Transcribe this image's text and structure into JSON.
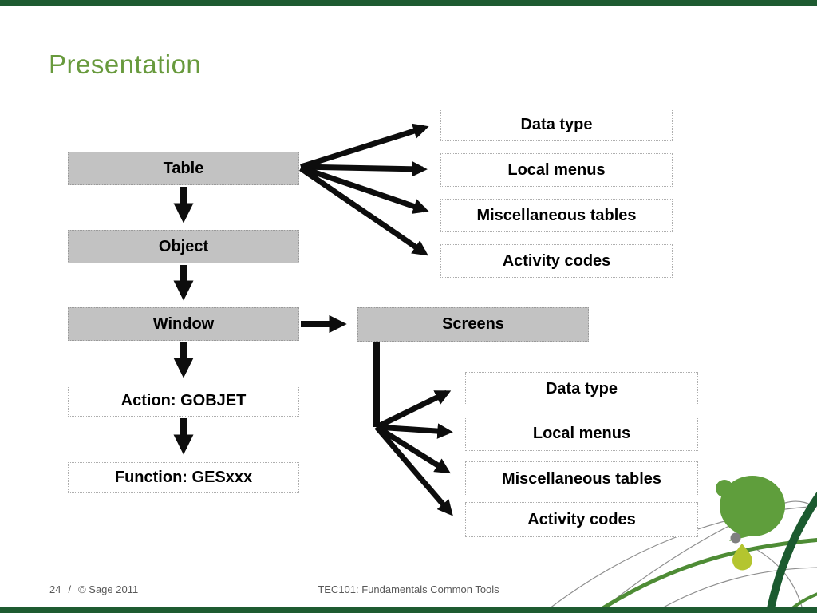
{
  "slide": {
    "title": "Presentation",
    "footer": {
      "page_number": "24",
      "separator": "/",
      "copyright": "© Sage 2011",
      "course": "TEC101: Fundamentals Common Tools"
    },
    "colors": {
      "title_green": "#689a3d",
      "bar_green": "#1e5b31",
      "box_gray": "#c2c2c2",
      "box_border": "#9a9a9a",
      "white_box_border": "#aeaeae",
      "arrow_black": "#0d0d0d",
      "footer_gray": "#595959",
      "deco_leaf_green": "#5f9e3c",
      "deco_yellow_green": "#b4c52f",
      "deco_dark_green": "#1b5a2f",
      "deco_mid_green": "#4e8c35",
      "deco_gray": "#8f8f8f"
    }
  },
  "diagram": {
    "chain": [
      {
        "id": "table",
        "label": "Table",
        "style": "gray"
      },
      {
        "id": "object",
        "label": "Object",
        "style": "gray"
      },
      {
        "id": "window",
        "label": "Window",
        "style": "gray"
      },
      {
        "id": "action",
        "label": "Action: GOBJET",
        "style": "white"
      },
      {
        "id": "function",
        "label": "Function: GESxxx",
        "style": "white"
      }
    ],
    "screens_label": "Screens",
    "table_children": [
      "Data type",
      "Local menus",
      "Miscellaneous tables",
      "Activity codes"
    ],
    "screens_children": [
      "Data type",
      "Local menus",
      "Miscellaneous tables",
      "Activity codes"
    ]
  }
}
